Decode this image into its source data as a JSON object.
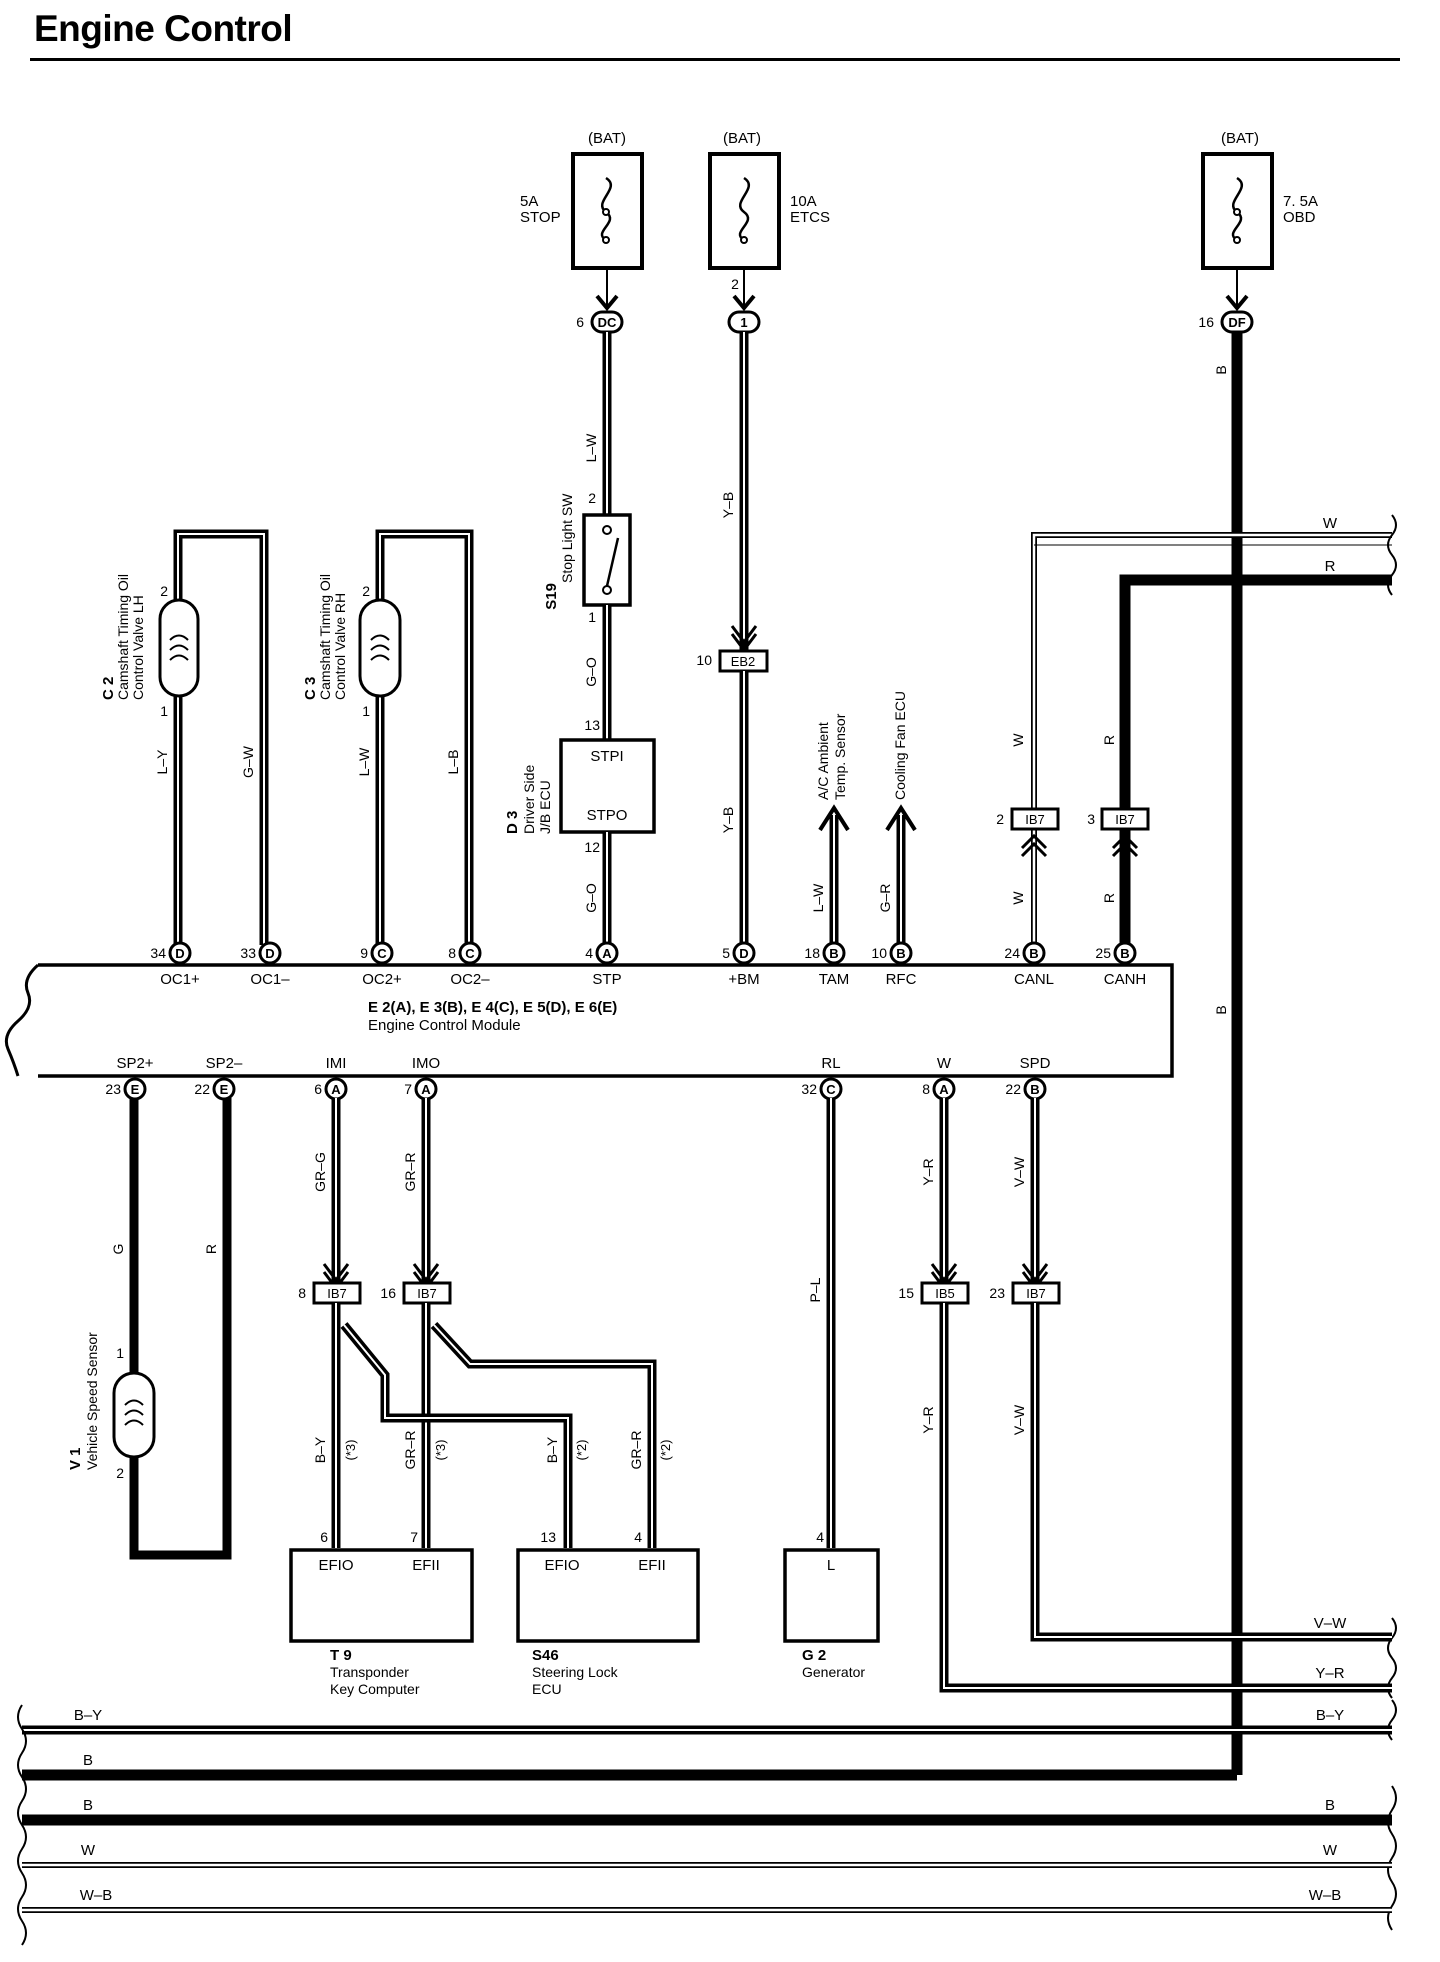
{
  "page": {
    "title": "Engine Control"
  },
  "fuses": [
    {
      "id": "fuse-stop",
      "source": "(BAT)",
      "rating": "5A",
      "name": "STOP"
    },
    {
      "id": "fuse-etcs",
      "source": "(BAT)",
      "rating": "10A",
      "name": "ETCS"
    },
    {
      "id": "fuse-obd",
      "source": "(BAT)",
      "rating": "7. 5A",
      "name": "OBD"
    }
  ],
  "fuse_connectors": [
    {
      "pin": "6",
      "code": "DC"
    },
    {
      "pin": "2",
      "code": "1"
    },
    {
      "pin": "16",
      "code": "DF"
    }
  ],
  "ecm": {
    "designators": "E 2(A), E 3(B), E 4(C), E 5(D), E 6(E)",
    "name": "Engine Control Module",
    "top_terminals": [
      {
        "pin": "34",
        "code": "D",
        "label": "OC1+"
      },
      {
        "pin": "33",
        "code": "D",
        "label": "OC1–"
      },
      {
        "pin": "9",
        "code": "C",
        "label": "OC2+"
      },
      {
        "pin": "8",
        "code": "C",
        "label": "OC2–"
      },
      {
        "pin": "4",
        "code": "A",
        "label": "STP"
      },
      {
        "pin": "5",
        "code": "D",
        "label": "+BM"
      },
      {
        "pin": "18",
        "code": "B",
        "label": "TAM"
      },
      {
        "pin": "10",
        "code": "B",
        "label": "RFC"
      },
      {
        "pin": "24",
        "code": "B",
        "label": "CANL"
      },
      {
        "pin": "25",
        "code": "B",
        "label": "CANH"
      }
    ],
    "bottom_terminals": [
      {
        "pin": "23",
        "code": "E",
        "label": "SP2+"
      },
      {
        "pin": "22",
        "code": "E",
        "label": "SP2–"
      },
      {
        "pin": "6",
        "code": "A",
        "label": "IMI"
      },
      {
        "pin": "7",
        "code": "A",
        "label": "IMO"
      },
      {
        "pin": "32",
        "code": "C",
        "label": "RL"
      },
      {
        "pin": "8",
        "code": "A",
        "label": "W"
      },
      {
        "pin": "22",
        "code": "B",
        "label": "SPD"
      }
    ]
  },
  "components": {
    "c2": {
      "designator": "C 2",
      "name_line1": "Camshaft Timing Oil",
      "name_line2": "Control Valve LH",
      "pin_top": "2",
      "pin_bottom": "1"
    },
    "c3": {
      "designator": "C 3",
      "name_line1": "Camshaft Timing Oil",
      "name_line2": "Control Valve RH",
      "pin_top": "2",
      "pin_bottom": "1"
    },
    "s19": {
      "designator": "S19",
      "name": "Stop Light SW",
      "pin_top": "2",
      "pin_bottom": "1"
    },
    "d3": {
      "designator": "D 3",
      "name_line1": "Driver Side",
      "name_line2": "J/B ECU",
      "terminal_in": "STPI",
      "terminal_out": "STPO",
      "pin_in": "13",
      "pin_out": "12"
    },
    "v1": {
      "designator": "V 1",
      "name": "Vehicle Speed Sensor",
      "pin_top": "1",
      "pin_bottom": "2"
    },
    "t9": {
      "designator": "T 9",
      "name_line1": "Transponder",
      "name_line2": "Key Computer",
      "terminals": [
        "EFIO",
        "EFII"
      ],
      "pins": [
        "6",
        "7"
      ]
    },
    "s46": {
      "designator": "S46",
      "name_line1": "Steering Lock",
      "name_line2": "ECU",
      "terminals": [
        "EFIO",
        "EFII"
      ],
      "pins": [
        "13",
        "4"
      ]
    },
    "g2": {
      "designator": "G 2",
      "name": "Generator",
      "terminal": "L",
      "pin": "4"
    }
  },
  "destinations": {
    "tam": {
      "line1": "A/C Ambient",
      "line2": "Temp. Sensor"
    },
    "rfc": {
      "line1": "Cooling Fan ECU"
    }
  },
  "junctions": [
    {
      "pin": "10",
      "code": "EB2"
    },
    {
      "pin": "2",
      "code": "IB7"
    },
    {
      "pin": "3",
      "code": "IB7"
    },
    {
      "pin": "8",
      "code": "IB7"
    },
    {
      "pin": "16",
      "code": "IB7"
    },
    {
      "pin": "15",
      "code": "IB5"
    },
    {
      "pin": "23",
      "code": "IB7"
    }
  ],
  "wire_colors": {
    "c2_plus": "L–Y",
    "c2_minus": "G–W",
    "c3_plus": "L–W",
    "c3_minus": "L–B",
    "stop_top": "L–W",
    "stop_mid": "G–O",
    "stop_low": "G–O",
    "etcs_top": "Y–B",
    "etcs_low": "Y–B",
    "obd": "B",
    "obd_low": "B",
    "tam": "L–W",
    "rfc": "G–R",
    "canl_top": "W",
    "canl_low": "W",
    "canh_top": "R",
    "canh_low": "R",
    "bus_w": "W",
    "bus_r": "R",
    "sp2plus": "G",
    "sp2minus": "R",
    "imi": "GR–G",
    "imo": "GR–R",
    "t9_efio": "B–Y",
    "t9_efii": "GR–R",
    "s46_efio": "B–Y",
    "s46_efii": "GR–R",
    "rl": "P–L",
    "w_top": "Y–R",
    "w_low": "Y–R",
    "spd_top": "V–W",
    "spd_low": "V–W",
    "right_vw": "V–W",
    "right_yr": "Y–R"
  },
  "notes": {
    "star3": "(*3)",
    "star2": "(*2)"
  },
  "bottom_buses": [
    {
      "label_left": "B–Y",
      "label_right": "B–Y"
    },
    {
      "label_left": "B",
      "label_right": ""
    },
    {
      "label_left": "B",
      "label_right": "B"
    },
    {
      "label_left": "W",
      "label_right": "W"
    },
    {
      "label_left": "W–B",
      "label_right": "W–B"
    }
  ]
}
